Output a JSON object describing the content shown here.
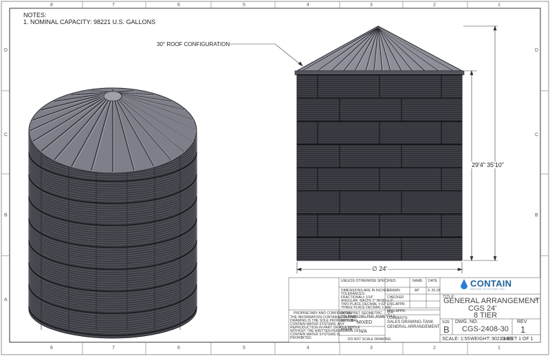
{
  "zones": {
    "columns": [
      "8",
      "7",
      "6",
      "5",
      "4",
      "3",
      "2",
      "1"
    ],
    "rows": [
      "D",
      "C",
      "B",
      "A"
    ]
  },
  "notes": {
    "heading": "NOTES:",
    "item1": "1.    NOMINAL CAPACITY: 98221 U.S. GALLONS"
  },
  "callout": "30° ROOF CONFIGURATION",
  "dimensions": {
    "eave_height": "29'4\"",
    "overall_height": "35'10\"",
    "diameter": "∅ 24'"
  },
  "title_block": {
    "unless_specified": "UNLESS OTHERWISE SPECIFIED:",
    "name_header": "NAME",
    "date_header": "DATE",
    "drawn_label": "DRAWN",
    "drawn_name": "AP",
    "drawn_date": "9. 26.18",
    "checked_label": "CHECKED",
    "eng_label": "ENG APPR.",
    "mfg_label": "MFG APPR.",
    "qa_label": "Q.A.",
    "comments_label": "COMMENTS:",
    "comments_1": "SALES DRAWING-TANK",
    "comments_2": "GENERAL ARRANGEMENT",
    "tol_1": "DIMENSIONS ARE IN INCHES",
    "tol_2": "TOLERANCES:",
    "tol_3": "FRACTIONAL± 1/16\"",
    "tol_4": "ANGULAR: MACH± 2° BEND ± 2°",
    "tol_5": "TWO PLACE DECIMAL   ±.02\"",
    "tol_6": "THREE PLACE DECIMAL   ±.005\"",
    "geo_1": "INTERPRET GEOMETRIC",
    "geo_2": "TOLERANCING PER: ASME Y14.5",
    "material_label": "MATERIAL",
    "material_value": "MIXED",
    "finish_label": "FINISH",
    "finish_value": "N/A",
    "do_not_scale": "DO NOT SCALE DRAWING",
    "prop_title": "PROPRIETARY AND CONFIDENTIAL",
    "prop_1": "THE INFORMATION CONTAINED IN THIS",
    "prop_2": "DRAWING IS THE SOLE PROPERTY OF",
    "prop_3": "CONTAIN WATER SYSTEMS.  ANY",
    "prop_4": "REPRODUCTION IN PART OR AS A WHOLE",
    "prop_5": "WITHOUT THE WRITTEN PERMISSION OF",
    "prop_6": "CONTAIN WATER SYSTEMS IS",
    "prop_7": "PROHIBITED.",
    "company": "CONTAIN",
    "company_sub": "WATER SYSTEMS INC.",
    "title_label": "TITLE:",
    "title_1": "GENERAL ARRANGEMENT",
    "title_2": "CGS 24'",
    "title_3": "8 TIER",
    "size_label": "SIZE",
    "size_value": "B",
    "dwg_label": "DWG.  NO.",
    "dwg_value": "CGS-2408-30",
    "rev_label": "REV",
    "rev_value": "1",
    "scale": "SCALE: 1:55",
    "weight": "WEIGHT: 9021 LBS",
    "sheet": "SHEET 1 OF 1"
  },
  "colors": {
    "steel": "#5a5c66",
    "steel_dark": "#26272c",
    "roof": "#8d8f99",
    "line": "#333333",
    "brand": "#1f5f99"
  }
}
